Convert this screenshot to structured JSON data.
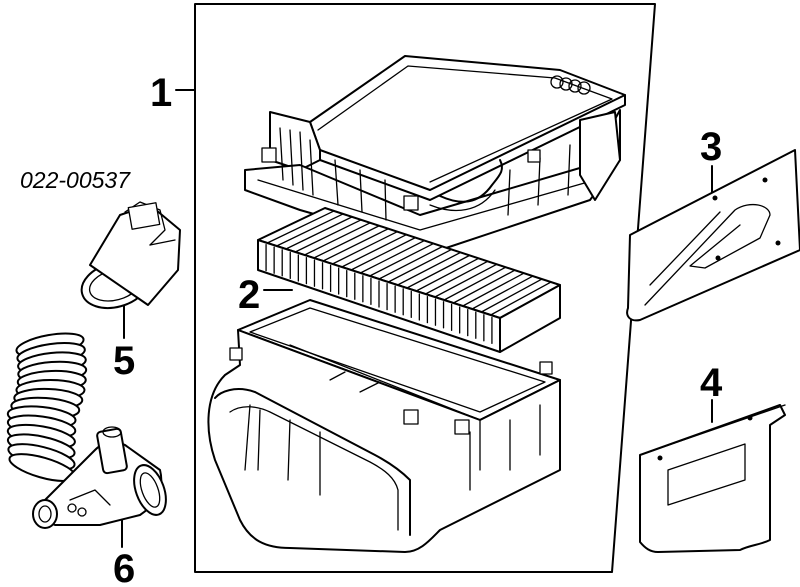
{
  "reference_number": "022-00537",
  "callouts": {
    "air_cleaner_assembly": "1",
    "filter_element": "2",
    "duct_3": "3",
    "bracket_4": "4",
    "air_flow_meter": "5",
    "intake_hose": "6"
  }
}
